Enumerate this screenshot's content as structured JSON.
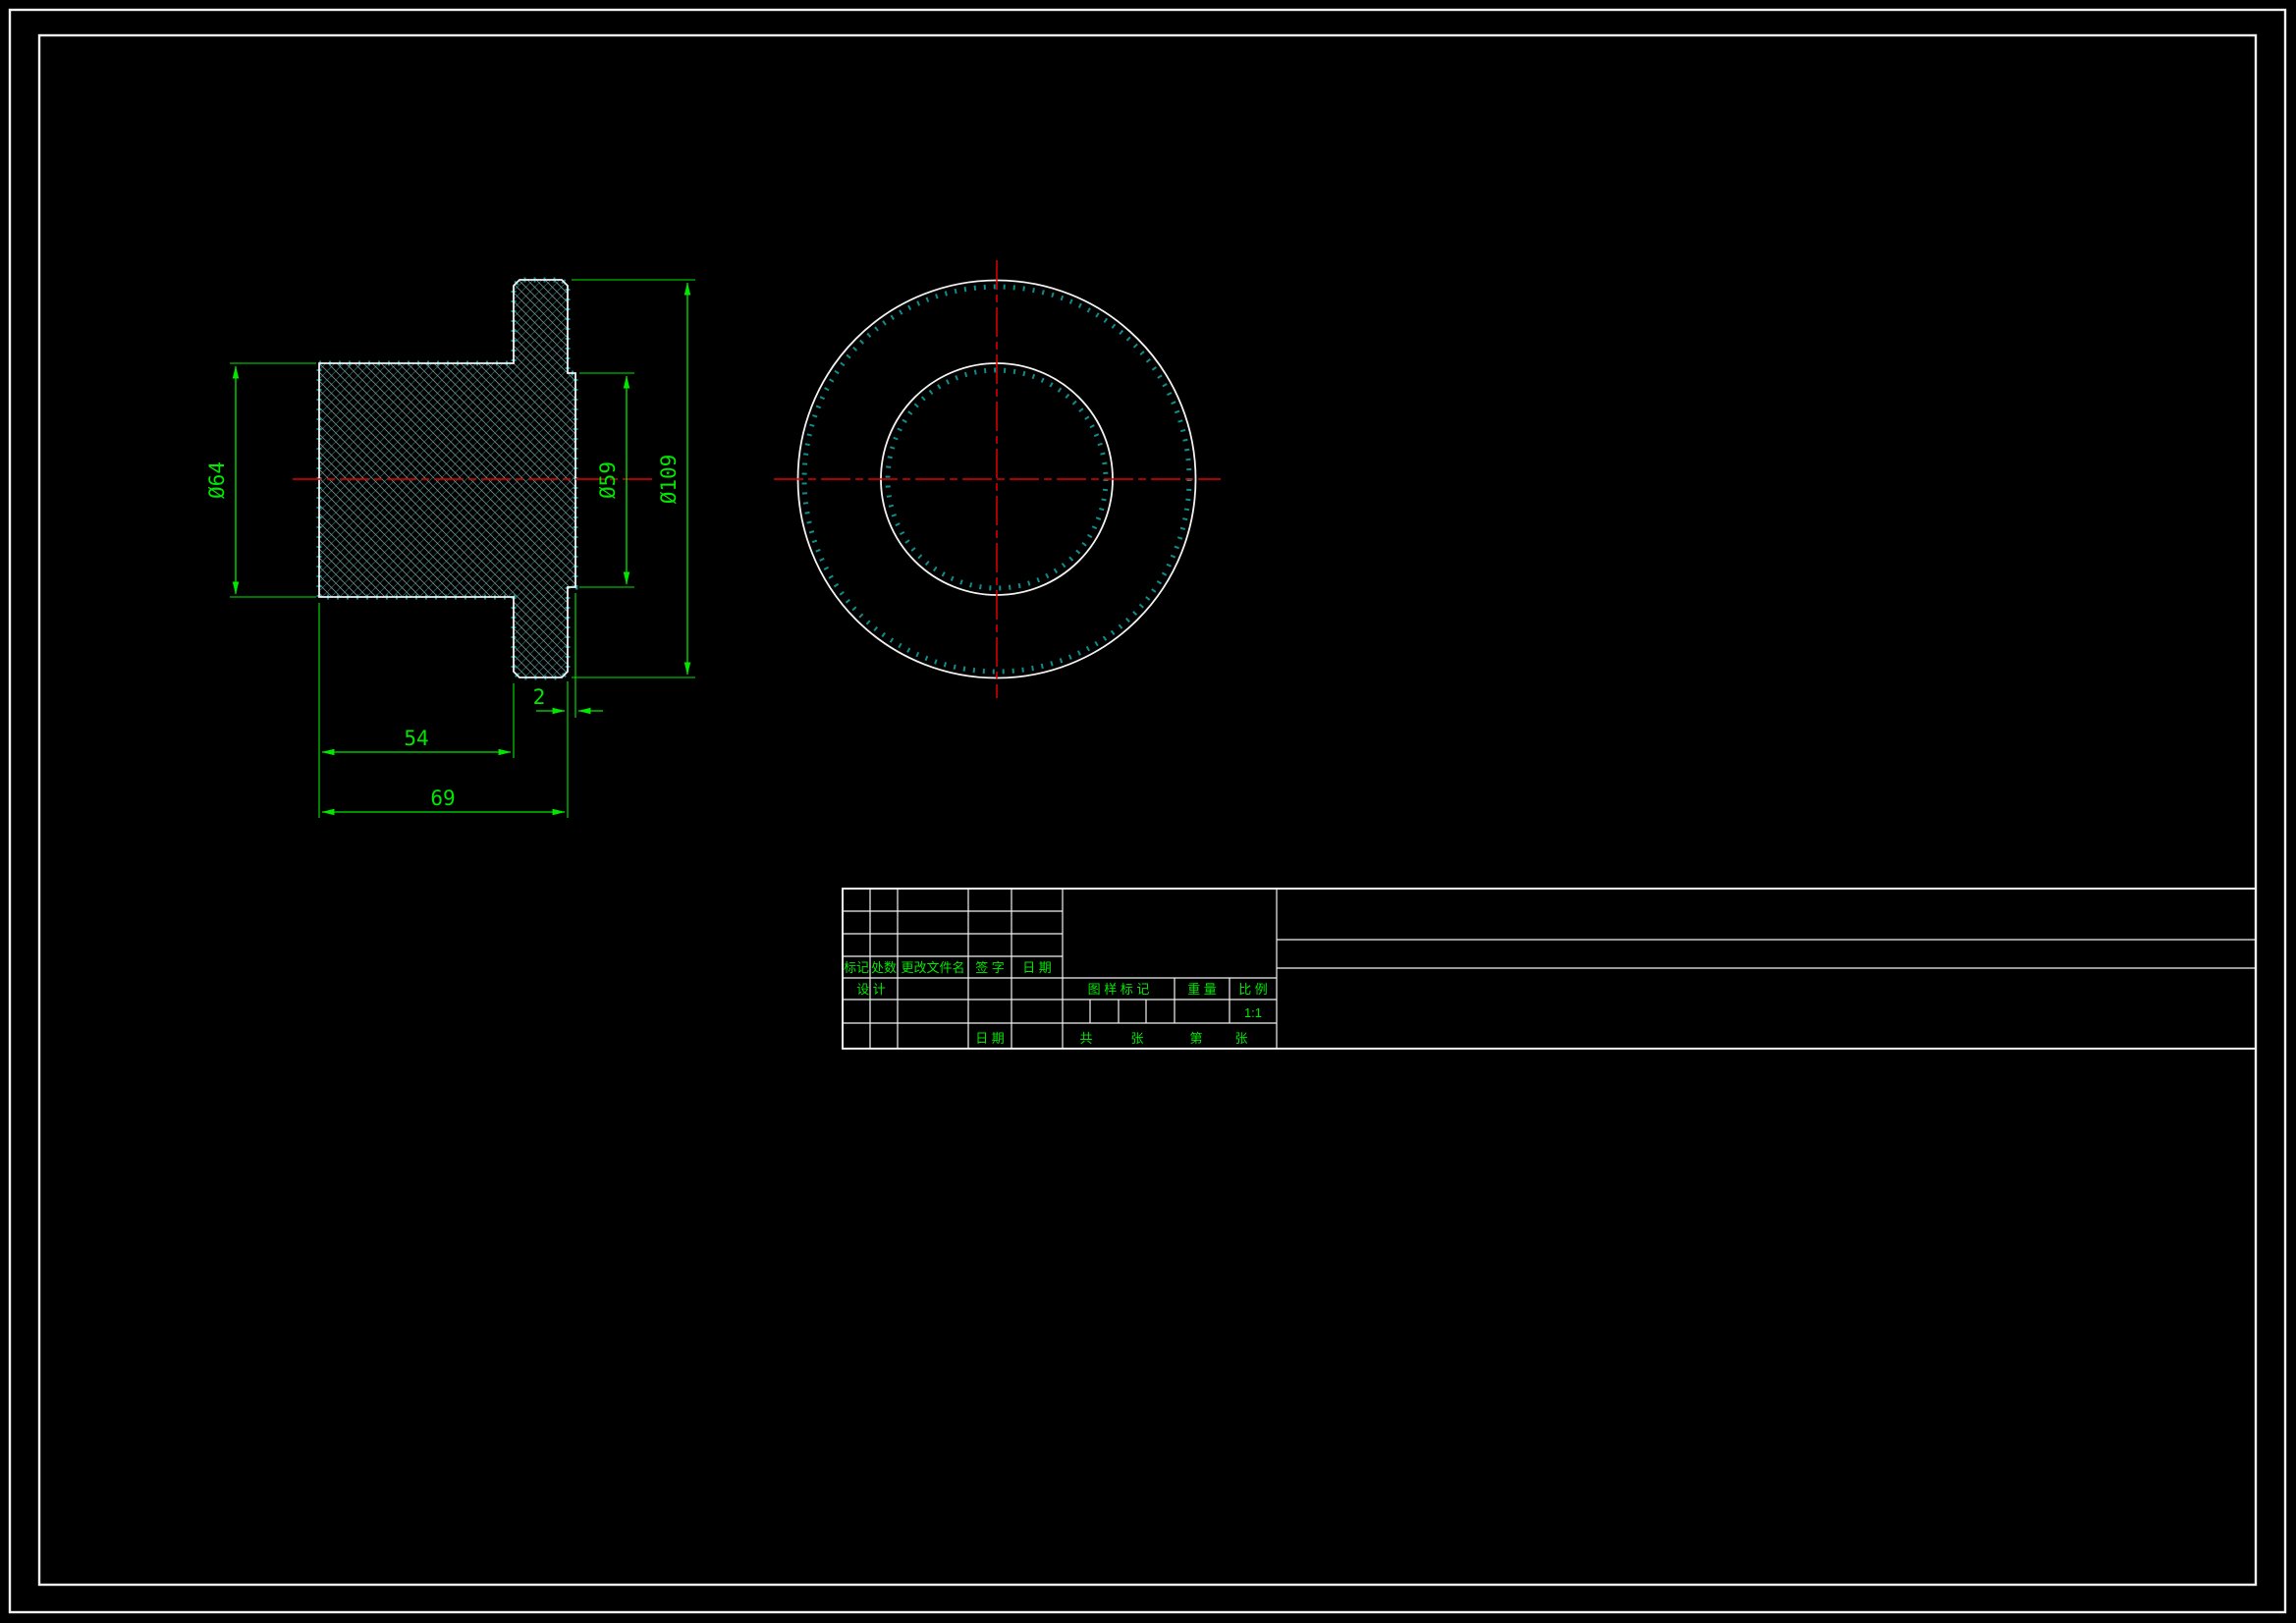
{
  "colors": {
    "background": "#000000",
    "line": "#f2f2f2",
    "dimension": "#00e800",
    "centerline": "#e60000",
    "hatch": "#12a5a5"
  },
  "dims": {
    "d64": "Ø64",
    "d59": "Ø59",
    "d109": "Ø109",
    "step2": "2",
    "len54": "54",
    "len69": "69"
  },
  "titleblock": {
    "mark": "标记",
    "count": "处数",
    "change_file": "更改文件名",
    "signature": "签 字",
    "date": "日 期",
    "design": "设 计",
    "drawing_mark": "图 样 标 记",
    "weight": "重 量",
    "scale_label": "比 例",
    "scale_value": "1:1",
    "total": "共",
    "sheets": "张",
    "number": "第",
    "sheet2": "张",
    "date2": "日 期"
  }
}
